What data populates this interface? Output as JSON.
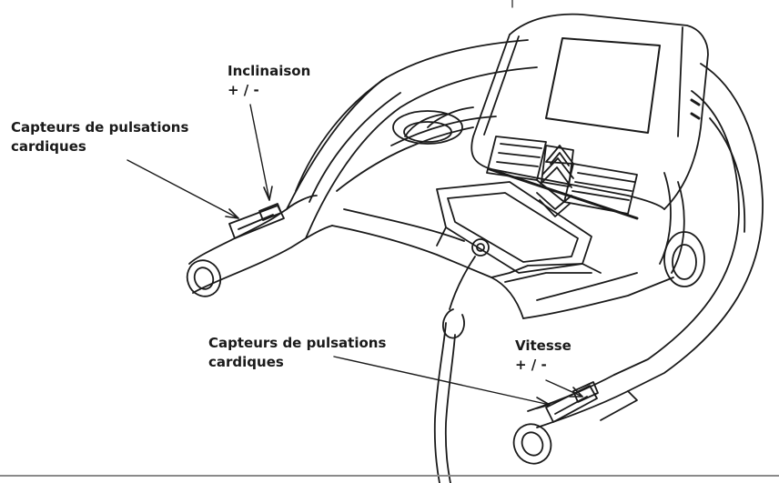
{
  "labels": {
    "incline": {
      "line1": "Inclinaison",
      "line2": "+ / -"
    },
    "heart_rate_left": {
      "line1": "Capteurs de pulsations",
      "line2": "cardiques"
    },
    "heart_rate_right": {
      "line1": "Capteurs de pulsations",
      "line2": "cardiques"
    },
    "speed": {
      "line1": "Vitesse",
      "line2": "+ / -"
    }
  },
  "colors": {
    "line": "#1a1a1a",
    "text": "#1a1a1a",
    "background": "#ffffff"
  }
}
